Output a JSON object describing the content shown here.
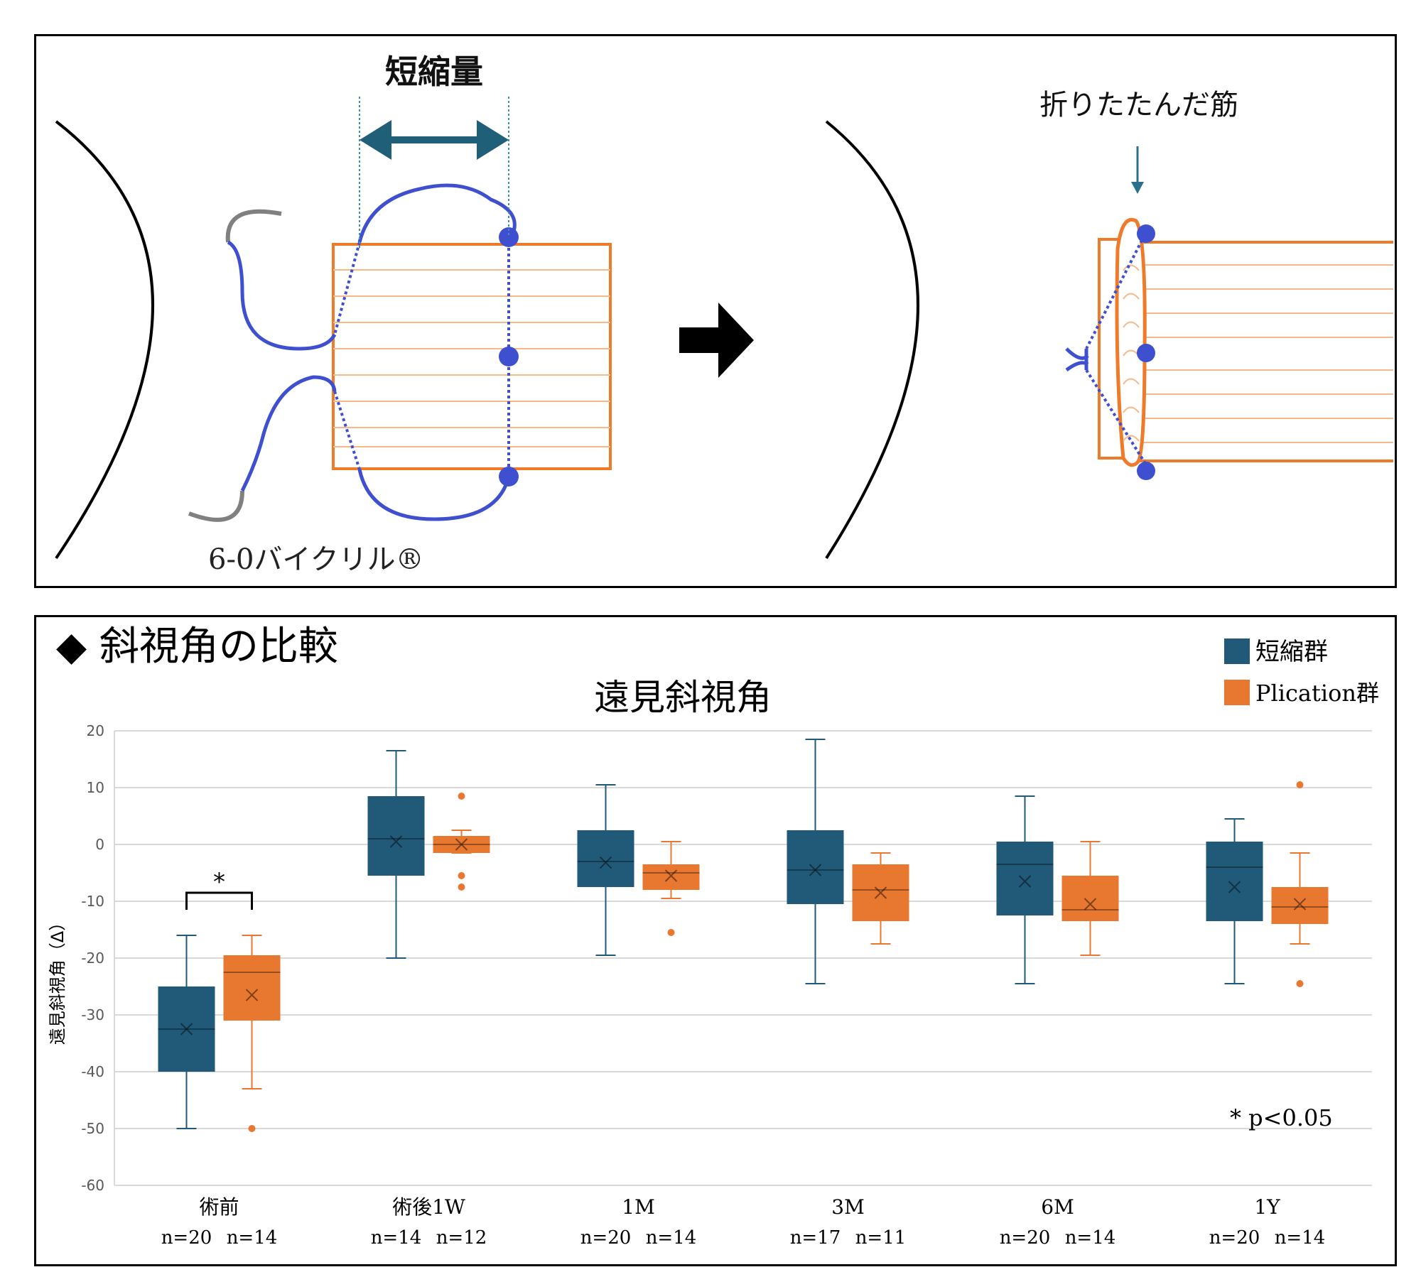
{
  "diagram": {
    "shortening_label": "短縮量",
    "folded_label": "折りたたんだ筋",
    "suture_label": "6-0バイクリル®"
  },
  "panel_title": "◆ 斜視角の比較",
  "legend": {
    "items": [
      {
        "label": "短縮群",
        "color": "#215a78"
      },
      {
        "label": "Plication群",
        "color": "#e87730"
      }
    ]
  },
  "chart_data": {
    "type": "box",
    "title": "遠見斜視角",
    "ylabel": "遠見斜視角（Δ）",
    "xlabel": "",
    "ylim": [
      -60,
      20
    ],
    "yticks": [
      20,
      10,
      0,
      -10,
      -20,
      -30,
      -40,
      -50,
      -60
    ],
    "grid": true,
    "legend_position": "top-right",
    "categories": [
      "術前",
      "術後1W",
      "1M",
      "3M",
      "6M",
      "1Y"
    ],
    "series": [
      {
        "name": "短縮群",
        "color": "#215a78",
        "n": [
          "n=20",
          "n=14",
          "n=20",
          "n=17",
          "n=20",
          "n=20"
        ],
        "boxes": [
          {
            "min": -50,
            "q1": -40,
            "median": -32.5,
            "q3": -25,
            "max": -16,
            "mean": -32.5,
            "outliers": []
          },
          {
            "min": -20,
            "q1": -5.5,
            "median": 1,
            "q3": 8.5,
            "max": 16.5,
            "mean": 0.5,
            "outliers": []
          },
          {
            "min": -19.5,
            "q1": -7.5,
            "median": -3,
            "q3": 2.5,
            "max": 10.5,
            "mean": -3.2,
            "outliers": []
          },
          {
            "min": -24.5,
            "q1": -10.5,
            "median": -4.5,
            "q3": 2.5,
            "max": 18.5,
            "mean": -4.5,
            "outliers": []
          },
          {
            "min": -24.5,
            "q1": -12.5,
            "median": -3.5,
            "q3": 0.5,
            "max": 8.5,
            "mean": -6.5,
            "outliers": []
          },
          {
            "min": -24.5,
            "q1": -13.5,
            "median": -4,
            "q3": 0.5,
            "max": 4.5,
            "mean": -7.5,
            "outliers": []
          }
        ]
      },
      {
        "name": "Plication群",
        "color": "#e87730",
        "n": [
          "n=14",
          "n=12",
          "n=14",
          "n=11",
          "n=14",
          "n=14"
        ],
        "boxes": [
          {
            "min": -43,
            "q1": -31,
            "median": -22.5,
            "q3": -19.5,
            "max": -16,
            "mean": -26.5,
            "outliers": [
              -50
            ]
          },
          {
            "min": -1.5,
            "q1": -1.5,
            "median": 0,
            "q3": 1.5,
            "max": 2.5,
            "mean": 0,
            "outliers": [
              8.5,
              -5.5,
              -7.5
            ]
          },
          {
            "min": -9.5,
            "q1": -8,
            "median": -5,
            "q3": -3.5,
            "max": 0.5,
            "mean": -5.5,
            "outliers": [
              -15.5
            ]
          },
          {
            "min": -17.5,
            "q1": -13.5,
            "median": -8,
            "q3": -3.5,
            "max": -1.5,
            "mean": -8.5,
            "outliers": []
          },
          {
            "min": -19.5,
            "q1": -13.5,
            "median": -11.5,
            "q3": -5.5,
            "max": 0.5,
            "mean": -10.5,
            "outliers": []
          },
          {
            "min": -17.5,
            "q1": -14,
            "median": -11,
            "q3": -7.5,
            "max": -1.5,
            "mean": -10.5,
            "outliers": [
              10.5,
              -24.5
            ]
          }
        ]
      }
    ],
    "annotations": {
      "significance_marker": "*",
      "significance_note": "* p<0.05"
    }
  }
}
